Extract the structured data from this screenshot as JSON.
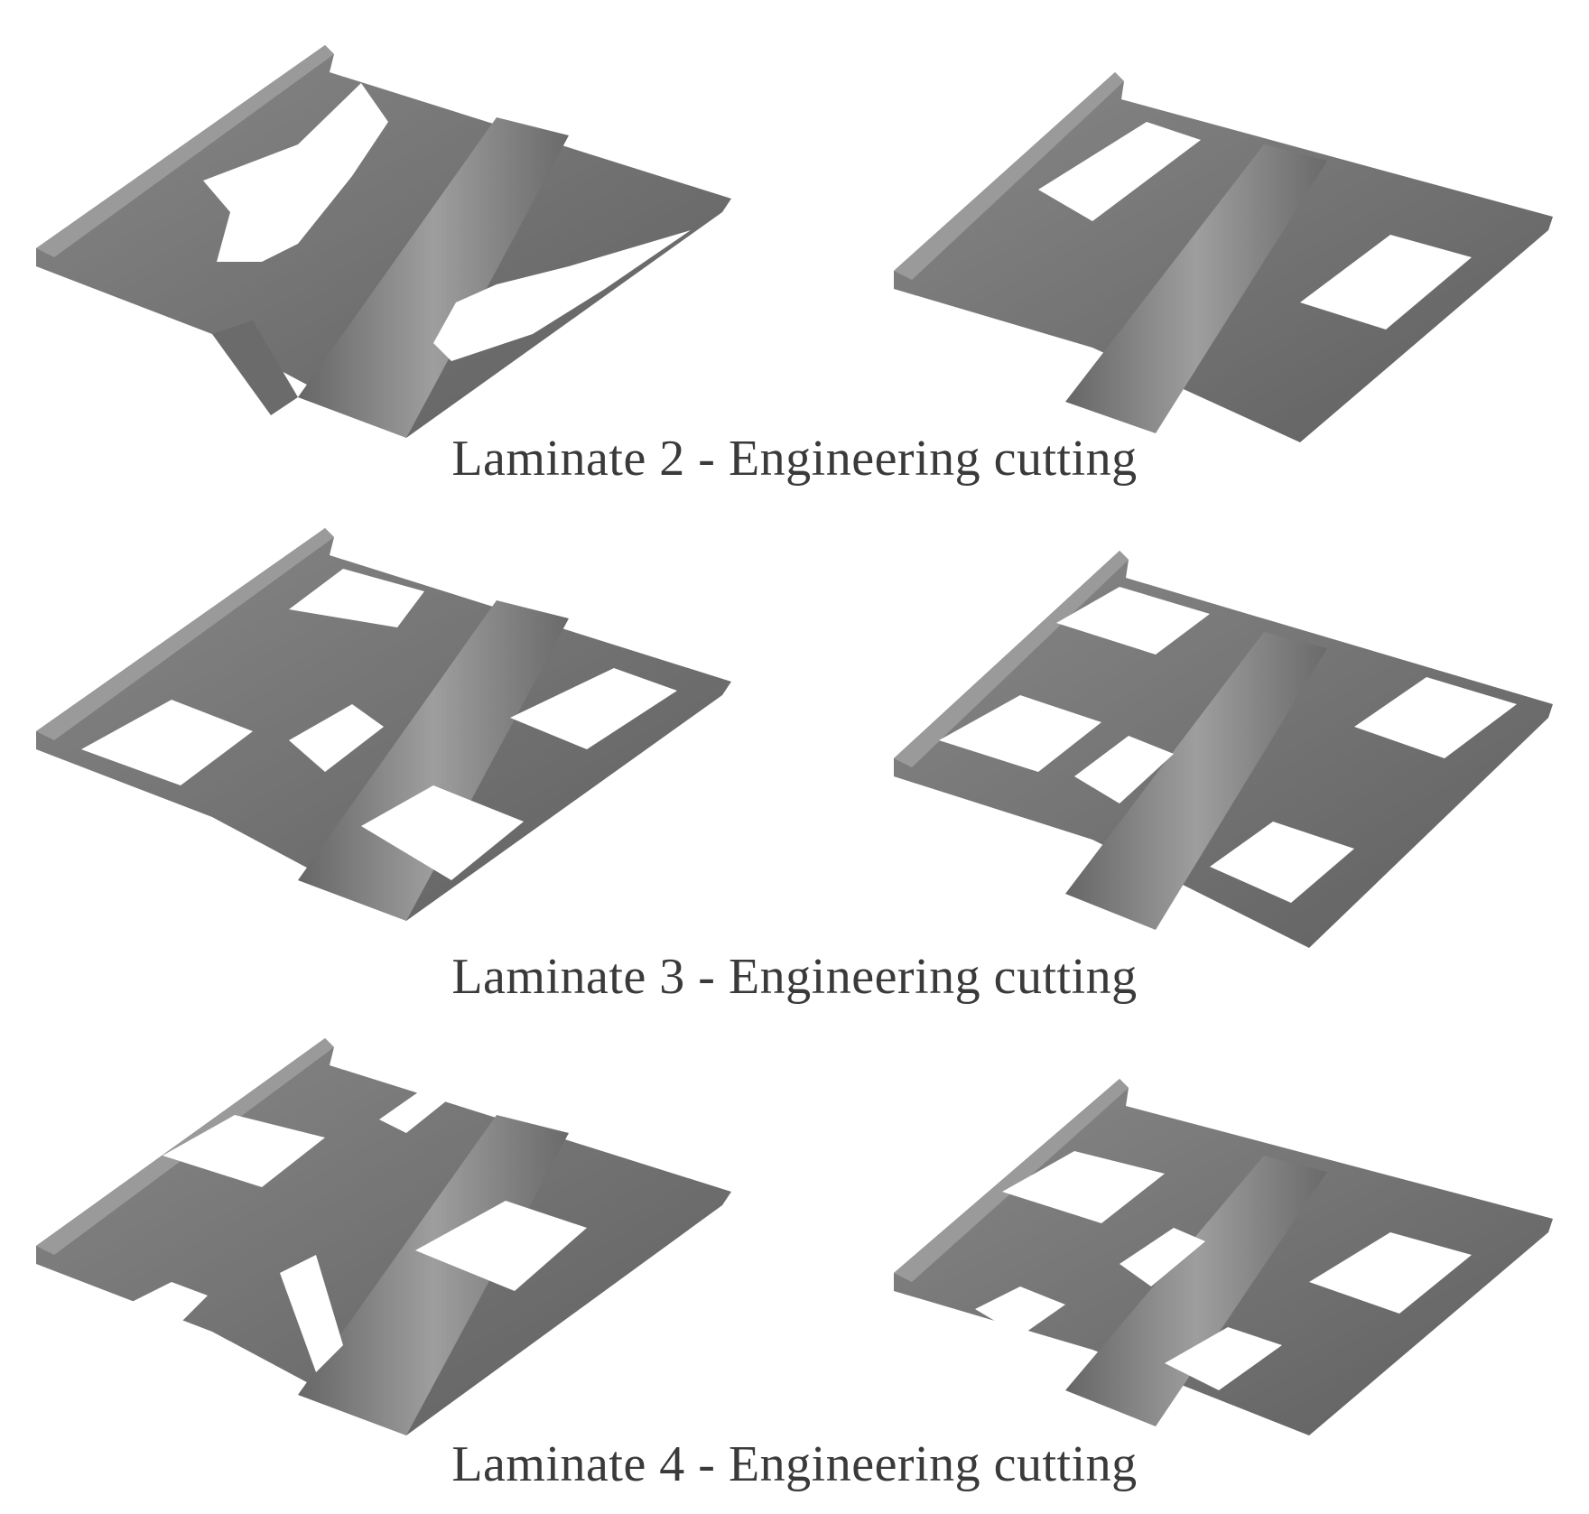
{
  "captions": {
    "row1": "Laminate 2 - Engineering cutting",
    "row2": "Laminate 3 - Engineering cutting",
    "row3": "Laminate 4 - Engineering cutting"
  },
  "colors": {
    "surface": "#7a7a7a",
    "surface_dark": "#5e5e5e",
    "surface_light": "#9a9a9a",
    "cutout": "#ffffff"
  }
}
